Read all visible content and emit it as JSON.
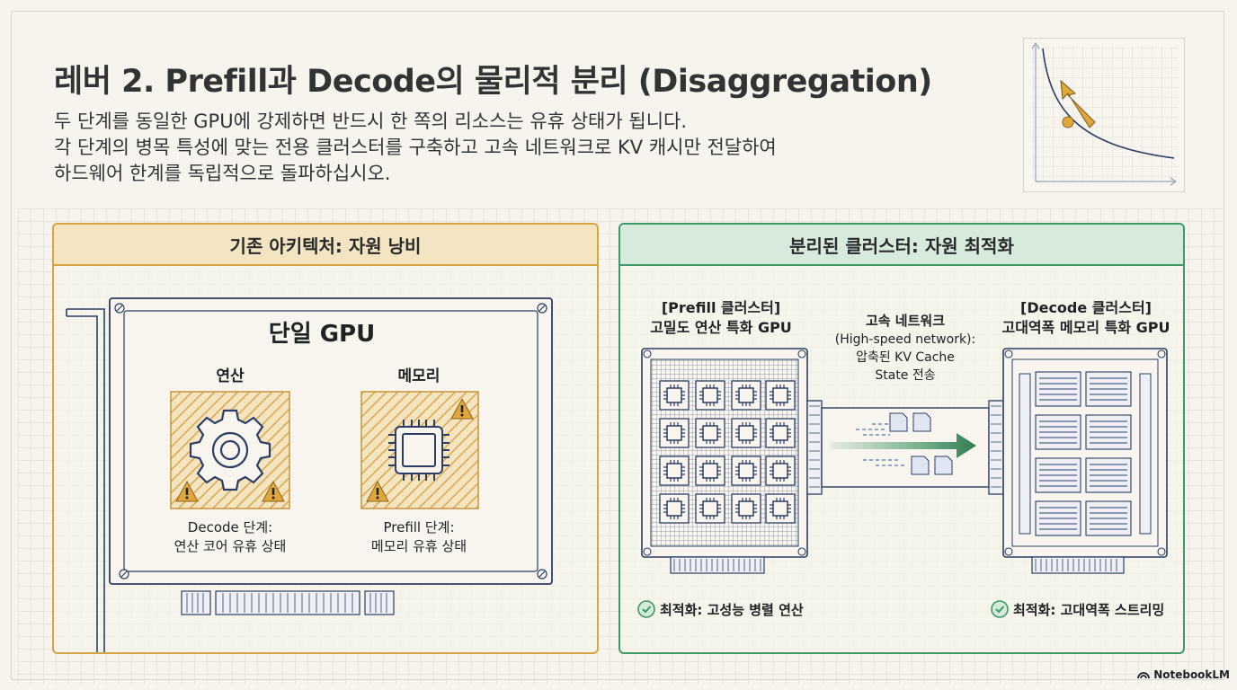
{
  "title": "레버 2. Prefill과 Decode의 물리적 분리 (Disaggregation)",
  "subtitle": [
    "두 단계를 동일한 GPU에 강제하면 반드시 한 쪽의 리소스는 유휴 상태가 됩니다.",
    "각 단계의 병목 특성에 맞는 전용 클러스터를 구축하고 고속 네트워크로 KV 캐시만 전달하여",
    "하드웨어 한계를 독립적으로 돌파하십시오."
  ],
  "left_panel": {
    "header": "기존 아키텍처: 자원 낭비",
    "gpu_title": "단일 GPU",
    "compute": {
      "label": "연산",
      "caption_1": "Decode 단계:",
      "caption_2": "연산 코어 유휴 상태"
    },
    "memory": {
      "label": "메모리",
      "caption_1": "Prefill 단계:",
      "caption_2": "메모리 유휴 상태"
    }
  },
  "right_panel": {
    "header": "분리된 클러스터: 자원 최적화",
    "prefill": {
      "title": "[Prefill 클러스터]",
      "subtitle": "고밀도 연산 특화 GPU",
      "status": "최적화: 고성능 병렬 연산"
    },
    "network": {
      "line_1": "고속 네트워크",
      "line_2": "(High-speed network):",
      "line_3": "압축된 KV Cache",
      "line_4": "State 전송"
    },
    "decode": {
      "title": "[Decode 클러스터]",
      "subtitle": "고대역폭 메모리 특화 GPU",
      "status": "최적화: 고대역폭 스트리밍"
    }
  },
  "brand": "NotebookLM",
  "colors": {
    "warning": "#e0a83a",
    "success": "#3f9867",
    "line": "#2c3e66",
    "background": "#f6f4ec"
  }
}
